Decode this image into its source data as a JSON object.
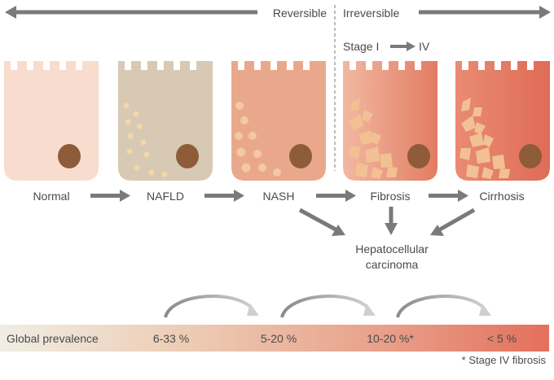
{
  "header": {
    "reversible": "Reversible",
    "irreversible": "Irreversible",
    "stage_from": "Stage I",
    "stage_to": "IV"
  },
  "stages": [
    {
      "label": "Normal",
      "color_top": "#f8dccd",
      "color_bottom": "#f8dccd"
    },
    {
      "label": "NAFLD",
      "color_top": "#d8c9b4",
      "color_bottom": "#d8c9b4"
    },
    {
      "label": "NASH",
      "color_top": "#e9a88c",
      "color_bottom": "#e9a88c"
    },
    {
      "label": "Fibrosis",
      "color_top": "#f0b39d",
      "color_bottom": "#e37d62"
    },
    {
      "label": "Cirrhosis",
      "color_top": "#e97f6a",
      "color_bottom": "#e06b57"
    }
  ],
  "outcome": {
    "line1": "Hepatocellular",
    "line2": "carcinoma"
  },
  "prevalence": {
    "label": "Global prevalence",
    "values": [
      "6-33 %",
      "5-20 %",
      "10-20 %*",
      "< 5 %"
    ],
    "footnote": "* Stage IV fibrosis"
  },
  "colors": {
    "arrow": "#7a7a7a",
    "nucleus": "#8f5c3a",
    "droplet": "#f3d7a6",
    "fibrosis_patch": "#f1c193",
    "bar_start": "#f1ede4",
    "bar_end": "#e3705c"
  }
}
